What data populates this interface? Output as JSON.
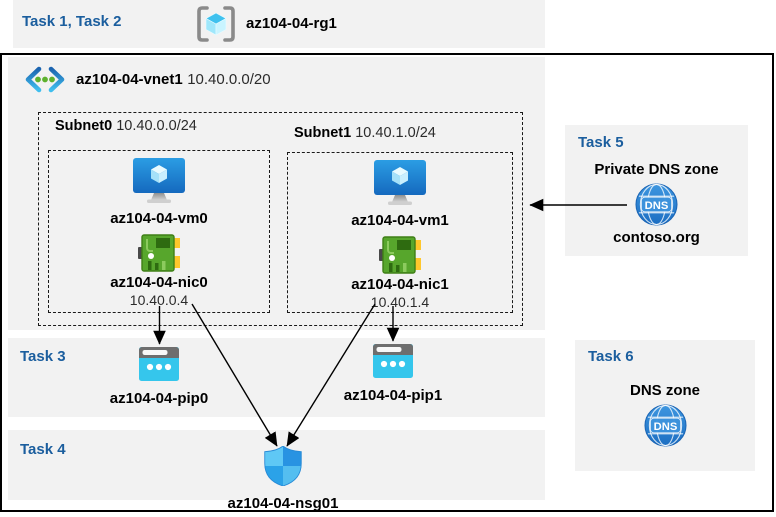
{
  "header": {
    "tasks_label": "Task 1, Task 2",
    "resource_group": "az104-04-rg1"
  },
  "vnet": {
    "name": "az104-04-vnet1",
    "cidr": "10.40.0.0/20"
  },
  "subnets": [
    {
      "name": "Subnet0",
      "cidr": "10.40.0.0/24",
      "vm_name": "az104-04-vm0",
      "nic_name": "az104-04-nic0",
      "nic_ip": "10.40.0.4"
    },
    {
      "name": "Subnet1",
      "cidr": "10.40.1.0/24",
      "vm_name": "az104-04-vm1",
      "nic_name": "az104-04-nic1",
      "nic_ip": "10.40.1.4"
    }
  ],
  "task3": {
    "label": "Task 3",
    "pip0_name": "az104-04-pip0",
    "pip1_name": "az104-04-pip1"
  },
  "task4": {
    "label": "Task 4",
    "nsg_name": "az104-04-nsg01"
  },
  "task5": {
    "label": "Task 5",
    "title": "Private DNS zone",
    "zone_name": "contoso.org",
    "icon_text": "DNS"
  },
  "task6": {
    "label": "Task 6",
    "title": "DNS zone",
    "icon_text": "DNS"
  },
  "icons": {
    "resource_group": "resource-group-icon",
    "virtual_network": "virtual-network-icon",
    "virtual_machine": "virtual-machine-icon",
    "network_interface": "network-interface-icon",
    "public_ip": "public-ip-icon",
    "network_security_group": "shield-icon",
    "dns": "dns-globe-icon"
  },
  "colors": {
    "task_label_blue": "#1B5E9E",
    "panel_gray": "#F2F2F2",
    "vm_blue": "#1E87D8",
    "nic_green": "#57A62C",
    "nic_yellow": "#FFC72C",
    "pip_cyan": "#35C6EC",
    "shield_blue": "#2E96E2",
    "dns_blue": "#2F86D2",
    "line_black": "#000000"
  }
}
